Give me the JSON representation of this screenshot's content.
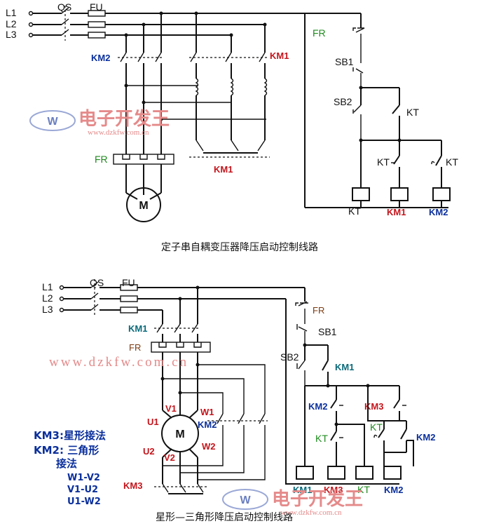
{
  "top": {
    "caption": "定子串自耦变压器降压启动控制线路",
    "lines": [
      "L1",
      "L2",
      "L3"
    ],
    "qs": "QS",
    "fu": "FU",
    "km2": "KM2",
    "km1_main": "KM1",
    "km1_lower": "KM1",
    "fr_main": "FR",
    "motor": "M",
    "fr_ctrl": "FR",
    "sb1": "SB1",
    "sb2": "SB2",
    "kt_contact": "KT",
    "kt_left": "KT",
    "kt_right": "KT",
    "coils": [
      "KT",
      "KM1",
      "KM2"
    ]
  },
  "bottom": {
    "caption": "星形—三角形降压启动控制线路",
    "lines": [
      "L1",
      "L2",
      "L3"
    ],
    "qs": "QS",
    "fu": "FU",
    "km1_main": "KM1",
    "fr_main": "FR",
    "motor": "M",
    "v1": "V1",
    "w1": "W1",
    "u1": "U1",
    "u2": "U2",
    "v2": "V2",
    "w2": "W2",
    "km2_main": "KM2",
    "km3_main": "KM3",
    "note_km3": "KM3:星形接法",
    "note_km2_a": "KM2: 三角形",
    "note_km2_b": "接法",
    "note_w1v2": "W1-V2",
    "note_v1u2": "V1-U2",
    "note_u1w2": "U1-W2",
    "fr_ctrl": "FR",
    "sb1": "SB1",
    "sb2": "SB2",
    "km1_ctrl": "KM1",
    "km2_ctrl": "KM2",
    "km3_ctrl": "KM3",
    "kt_a": "KT",
    "kt_b": "KT",
    "km2_right": "KM2",
    "coils": [
      "KM1",
      "KM3",
      "KT",
      "KM2"
    ]
  },
  "watermark": {
    "brand": "电子开发王",
    "url": "www.dzkfw.com.cn"
  },
  "colors": {
    "blue": "#0a2f9c",
    "red": "#c4141b",
    "green": "#1f8a1f",
    "watermark": "#e58a8a"
  }
}
